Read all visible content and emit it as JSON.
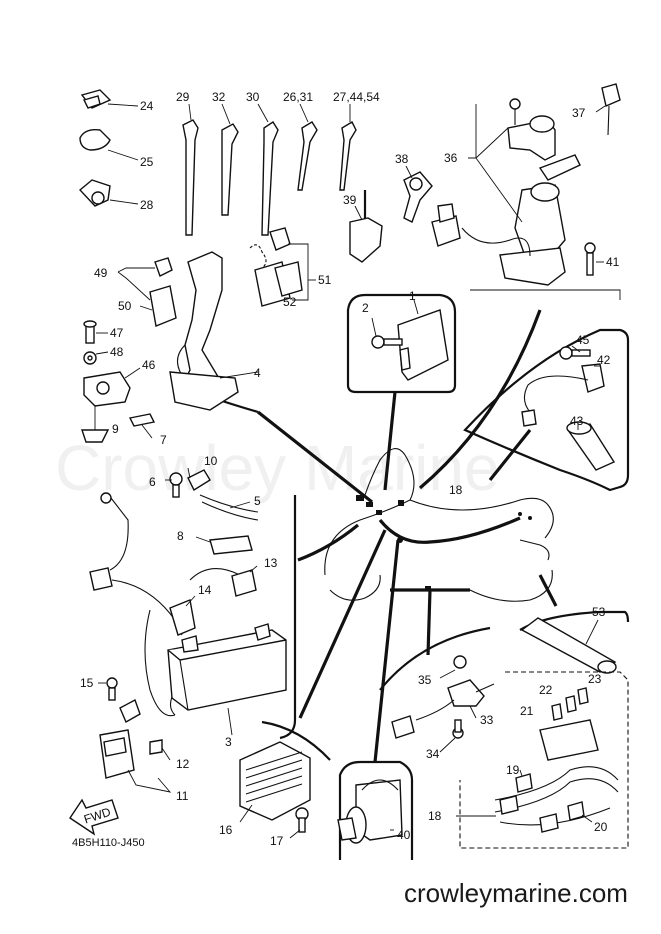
{
  "watermark": "Crowley Marine",
  "footer_site": "crowleymarine.com",
  "diagram_code": "4B5H110-J450",
  "fwd_label": "FWD",
  "callouts": {
    "c1": "1",
    "c2": "2",
    "c3": "3",
    "c4": "4",
    "c5": "5",
    "c6": "6",
    "c7": "7",
    "c8": "8",
    "c9": "9",
    "c10": "10",
    "c11": "11",
    "c12": "12",
    "c13": "13",
    "c14": "14",
    "c15": "15",
    "c16": "16",
    "c17": "17",
    "c18a": "18",
    "c18b": "18",
    "c19": "19",
    "c20": "20",
    "c21": "21",
    "c22": "22",
    "c23": "23",
    "c24": "24",
    "c25": "25",
    "c28": "28",
    "c29": "29",
    "c30": "30",
    "c32": "32",
    "c2631": "26,31",
    "c274454": "27,44,54",
    "c33": "33",
    "c34": "34",
    "c35": "35",
    "c36": "36",
    "c37": "37",
    "c38": "38",
    "c39": "39",
    "c40": "40",
    "c41": "41",
    "c42": "42",
    "c43": "43",
    "c45": "45",
    "c46": "46",
    "c47": "47",
    "c48": "48",
    "c49": "49",
    "c50": "50",
    "c51": "51",
    "c52": "52",
    "c53": "53"
  }
}
